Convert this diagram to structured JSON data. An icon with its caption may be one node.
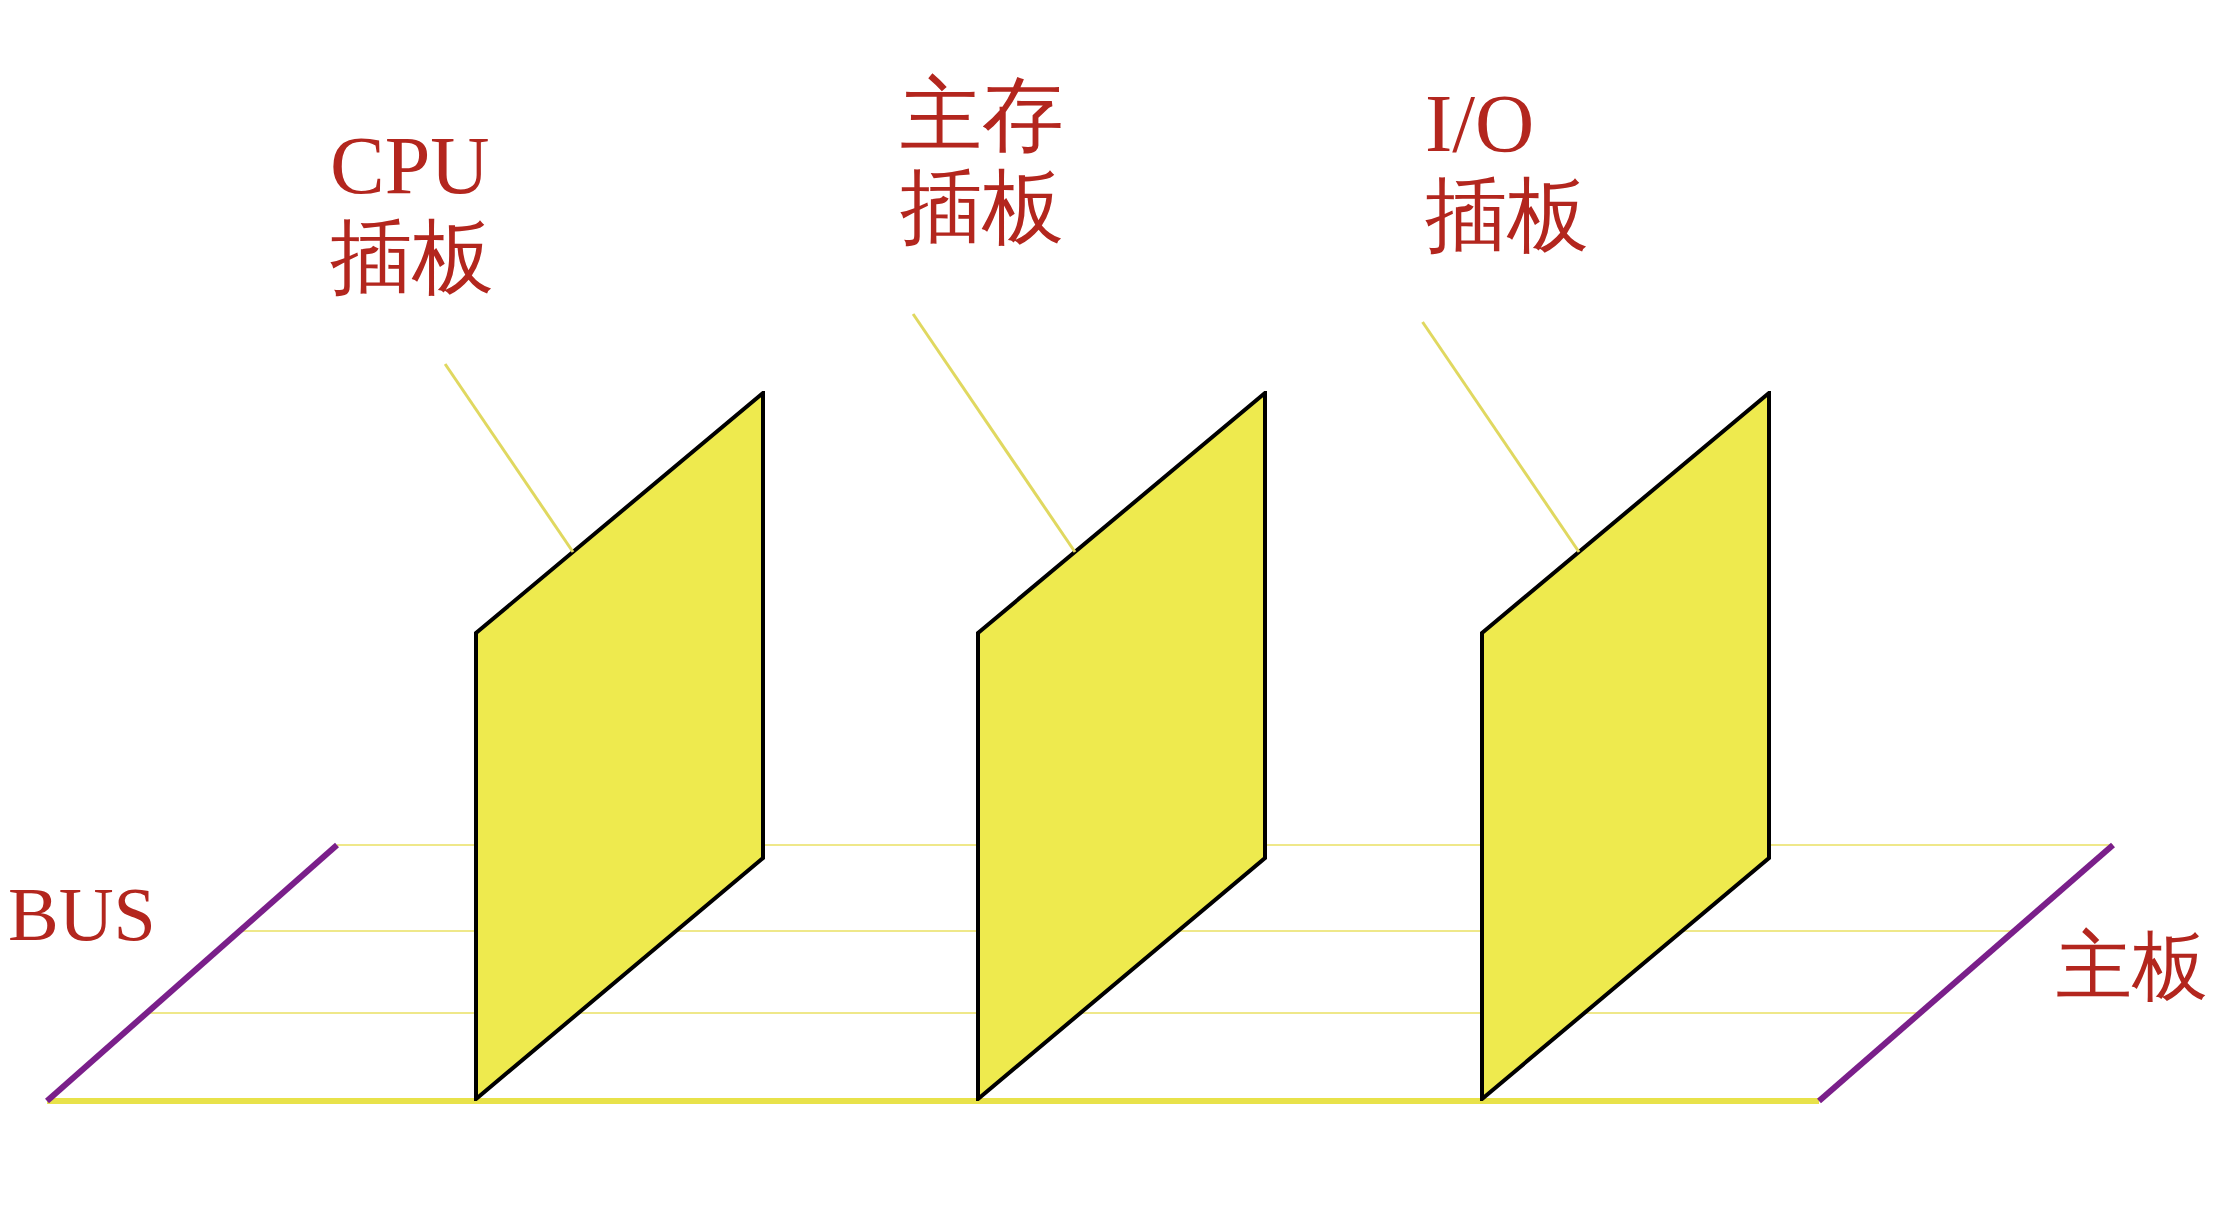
{
  "diagram": {
    "nodes": [
      {
        "text": [
          "CPU 插板"
        ]
      },
      {
        "text": [],
        "shape": "box"
      },
      {
        "text": [
          "主存插板"
        ]
      },
      {
        "text": [],
        "shape": "box"
      },
      {
        "text": [
          "I/O 插板"
        ]
      },
      {
        "text": [],
        "shape": "box"
      }
    ],
    "edges": [
      {
        "from": 0,
        "to": 1,
        "arrow": "none"
      },
      {
        "from": 2,
        "to": 3,
        "arrow": "none"
      },
      {
        "from": 4,
        "to": 5,
        "arrow": "none"
      }
    ],
    "labels": [
      "BUS",
      "主板"
    ]
  }
}
